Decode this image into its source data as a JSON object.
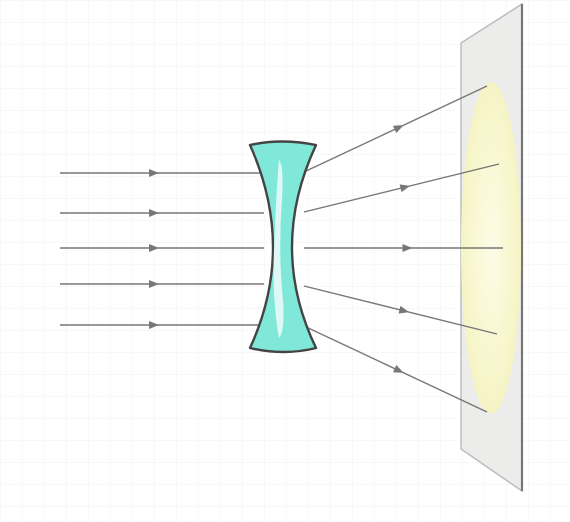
{
  "diagram": {
    "lens_type": "concave (diverging)",
    "incoming_ray_count": 5,
    "outgoing_ray_count": 5,
    "colors": {
      "background": "#ffffff",
      "grid": "#f1f1f1",
      "ray": "#777777",
      "lens_fill": "#7fe8d8",
      "lens_highlight": "#e9fbf8",
      "lens_outline": "#444444",
      "screen_fill": "#ececea",
      "screen_edge": "#777777",
      "light_patch": "#fbfad6"
    }
  }
}
